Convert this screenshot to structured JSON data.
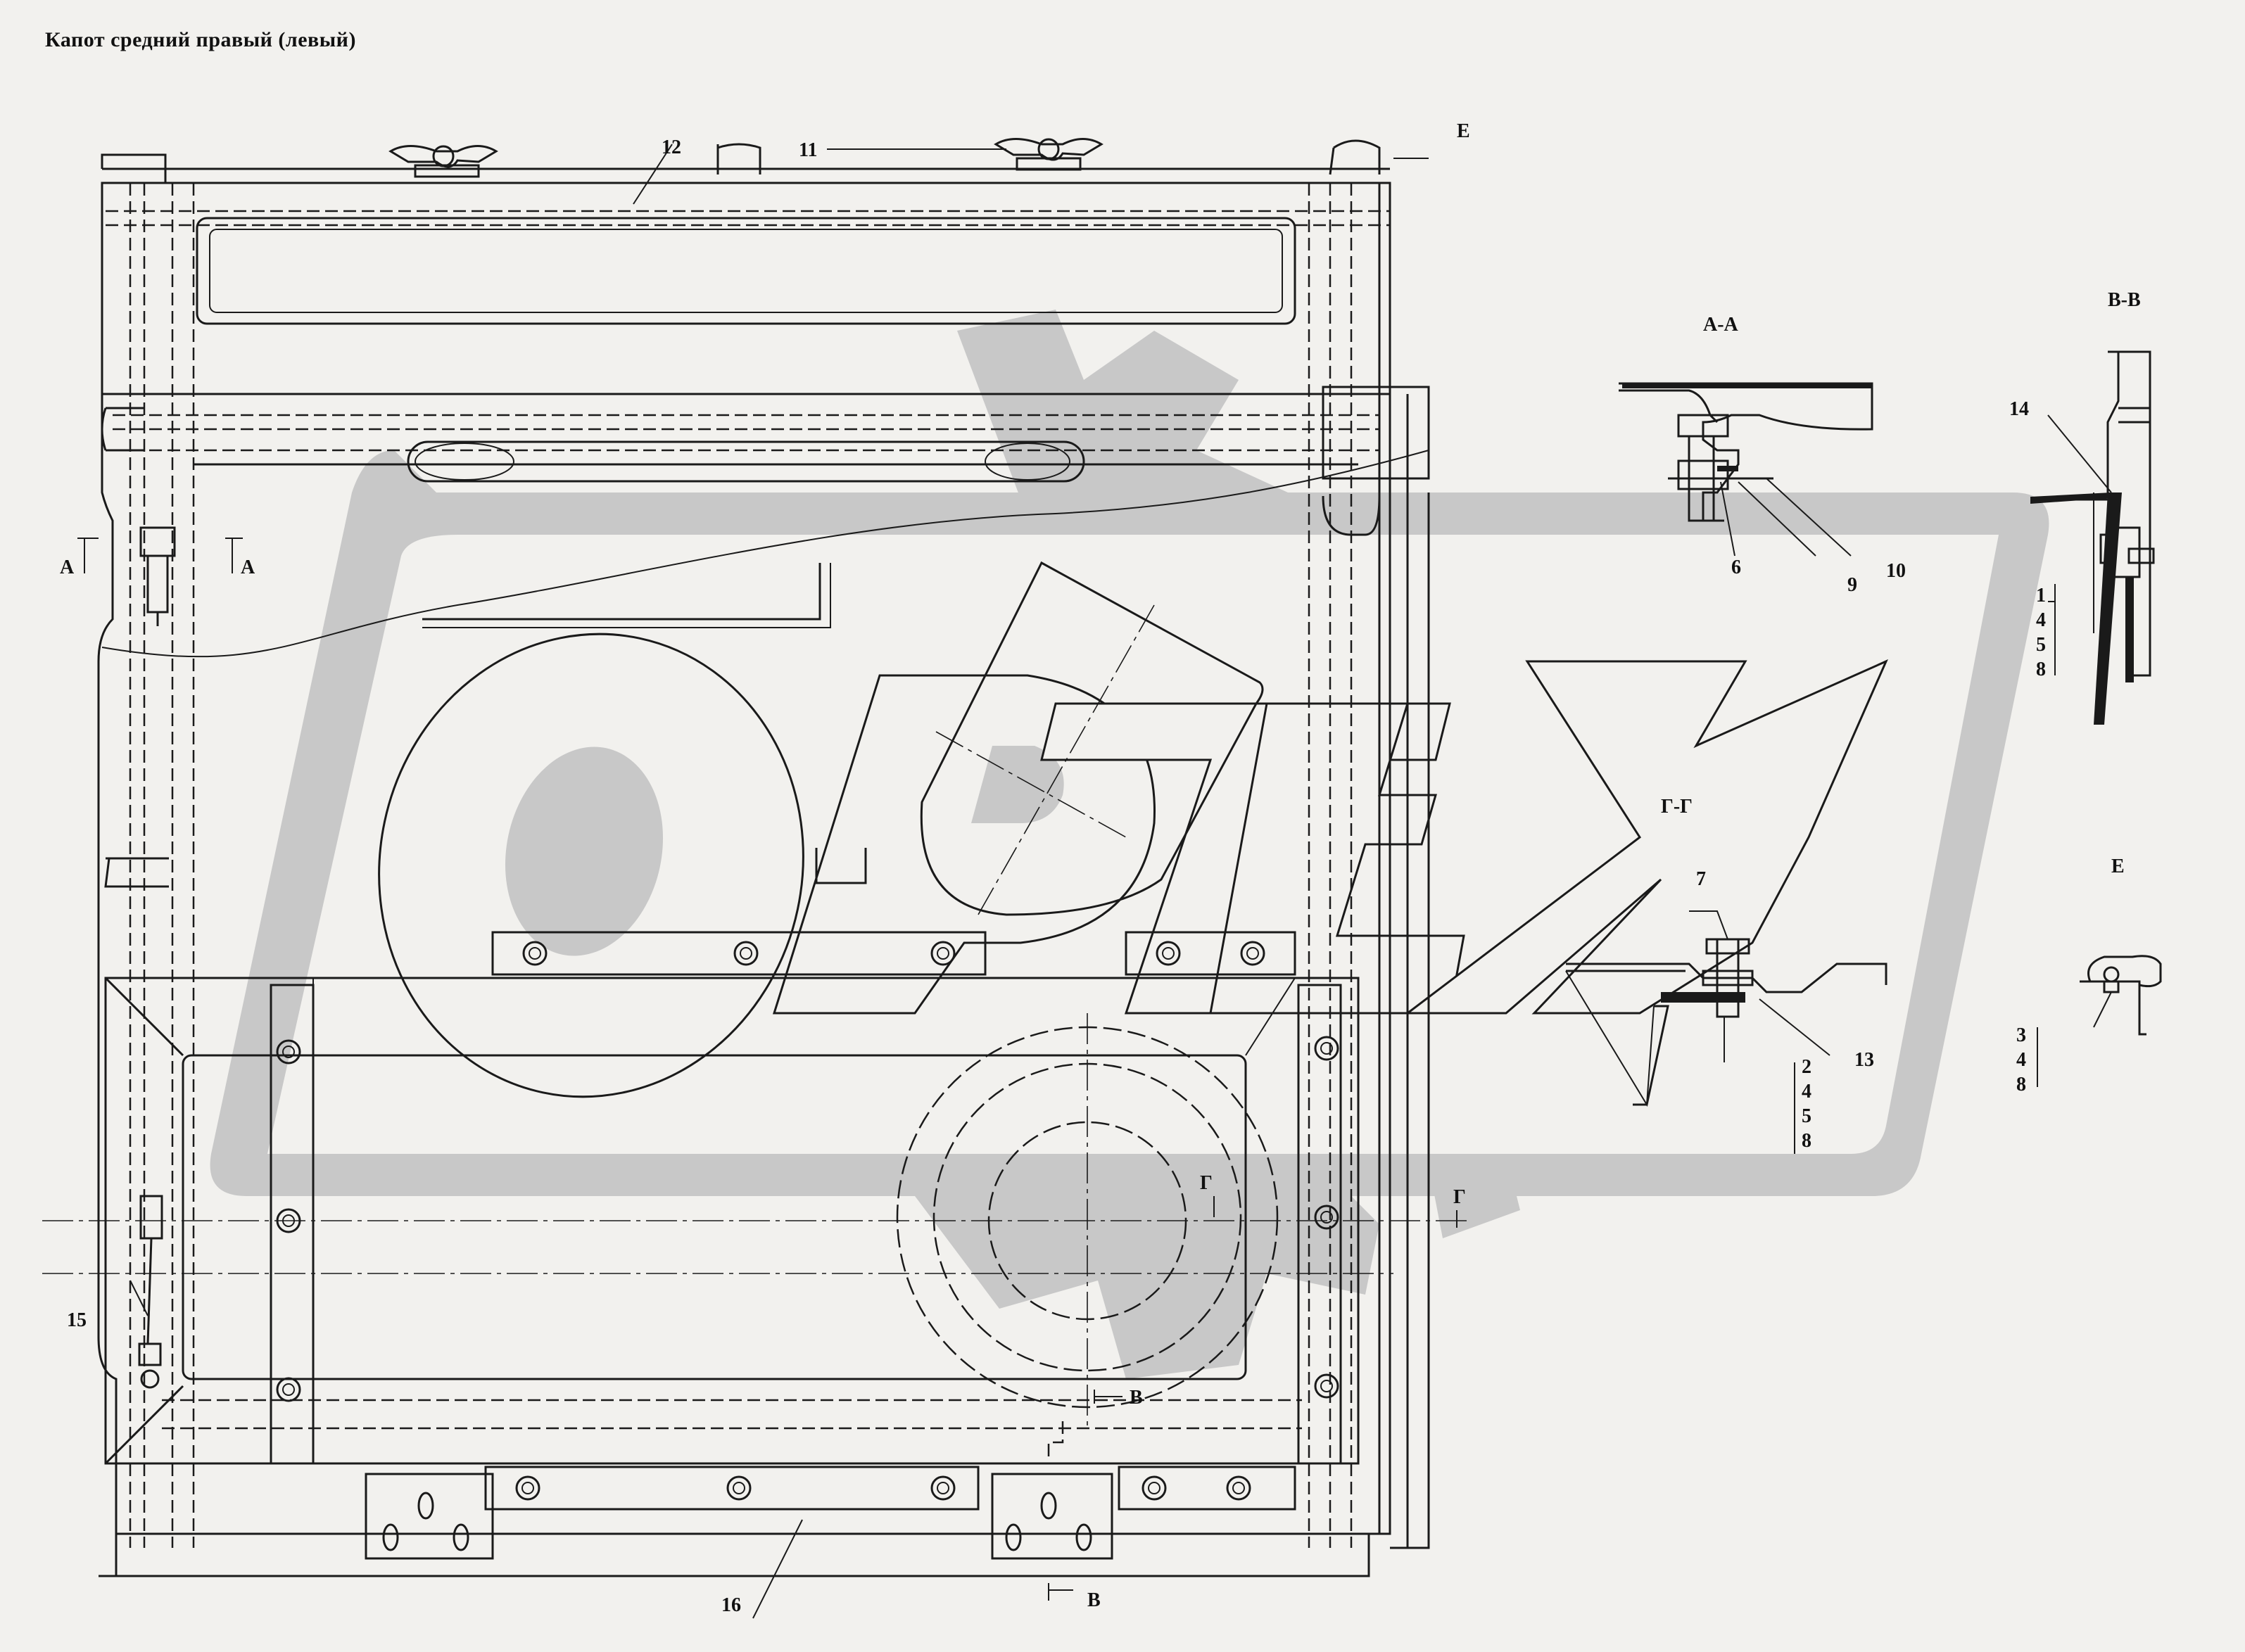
{
  "title": "Капот средний правый (левый)",
  "watermark": {
    "text": "ОРТЕХ",
    "color": "#c8c8c8"
  },
  "sections": {
    "aa": "А-А",
    "vv": "В-В",
    "gg": "Г-Г",
    "e": "Е"
  },
  "callouts": {
    "n1": "1",
    "n2": "2",
    "n3": "3",
    "n4a": "4",
    "n4b": "4",
    "n4c": "4",
    "n5a": "5",
    "n5b": "5",
    "n6": "6",
    "n7": "7",
    "n8a": "8",
    "n8b": "8",
    "n8c": "8",
    "n9": "9",
    "n10": "10",
    "n11": "11",
    "n12": "12",
    "n13": "13",
    "n14": "14",
    "n15": "15",
    "n16": "16"
  },
  "cut_marks": {
    "a_left": "А",
    "a_right": "А",
    "e_top": "Е",
    "g_left": "Г",
    "g_right": "Г",
    "v_mid": "В",
    "v_bottom": "В"
  }
}
